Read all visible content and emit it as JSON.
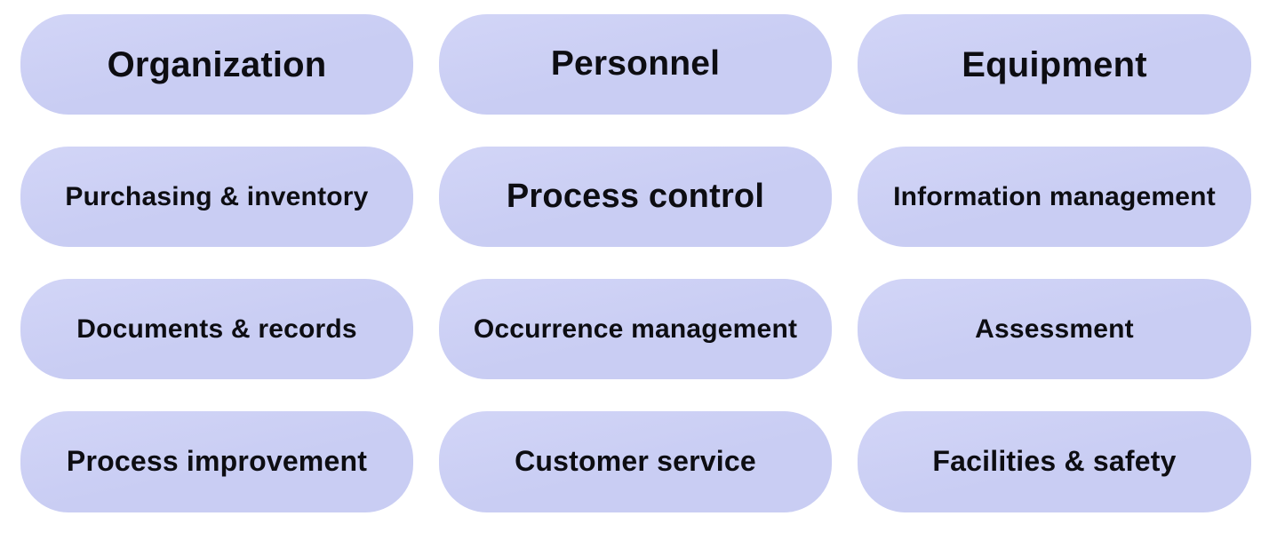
{
  "colors": {
    "background": "#ffffff",
    "pill_fill": "#c9cdf3",
    "pill_fill_light": "#d2d5f7",
    "text": "#0d0d12"
  },
  "pills": {
    "items": [
      {
        "label": "Organization"
      },
      {
        "label": "Personnel"
      },
      {
        "label": "Equipment"
      },
      {
        "label": "Purchasing & inventory"
      },
      {
        "label": "Process control"
      },
      {
        "label": "Information management"
      },
      {
        "label": "Documents & records"
      },
      {
        "label": "Occurrence management"
      },
      {
        "label": "Assessment"
      },
      {
        "label": "Process improvement"
      },
      {
        "label": "Customer service"
      },
      {
        "label": "Facilities & safety"
      }
    ]
  }
}
